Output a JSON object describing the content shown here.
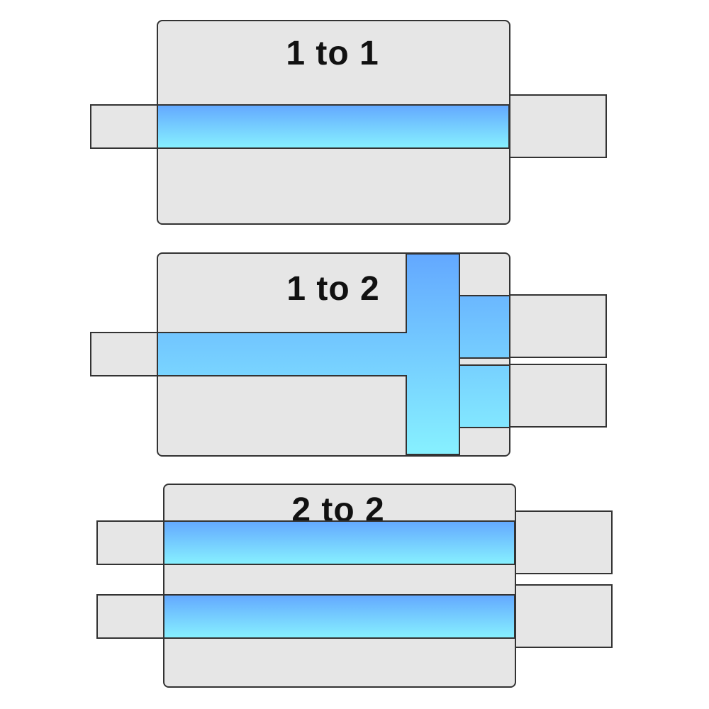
{
  "diagrams": [
    {
      "title": "1 to 1"
    },
    {
      "title": "1 to 2"
    },
    {
      "title": "2 to 2"
    }
  ],
  "colors": {
    "body_fill": "#e6e6e6",
    "outline": "#333333",
    "channel_top": "#63a8ff",
    "channel_bottom": "#87f1ff",
    "label": "#111111"
  }
}
